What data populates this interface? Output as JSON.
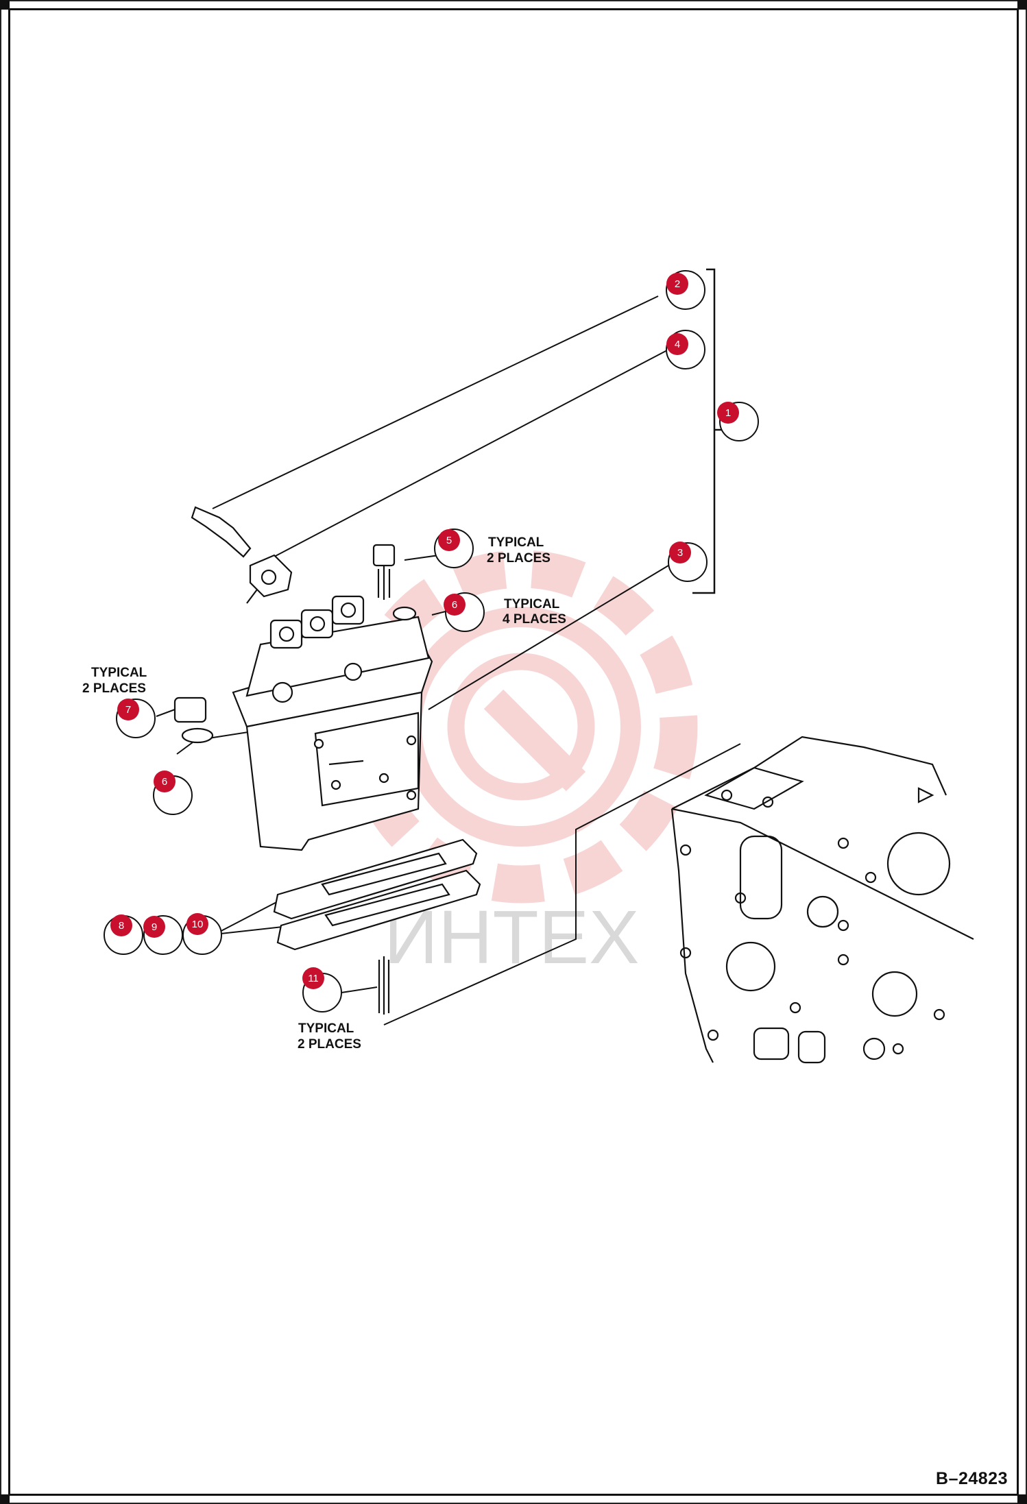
{
  "watermark": {
    "text": "ИНТЕХ",
    "color": "#f2b3b3"
  },
  "callout_color": "#c8102e",
  "callouts": [
    {
      "id": "1"
    },
    {
      "id": "2"
    },
    {
      "id": "3"
    },
    {
      "id": "4"
    },
    {
      "id": "5"
    },
    {
      "id": "6"
    },
    {
      "id": "6"
    },
    {
      "id": "7"
    },
    {
      "id": "8"
    },
    {
      "id": "9"
    },
    {
      "id": "10"
    },
    {
      "id": "11"
    }
  ],
  "notes": {
    "n5_line1": "TYPICAL",
    "n5_line2": "2 PLACES",
    "n6_line1": "TYPICAL",
    "n6_line2": "4 PLACES",
    "n7_line1": "TYPICAL",
    "n7_line2": "2 PLACES",
    "n11_line1": "TYPICAL",
    "n11_line2": "2 PLACES"
  },
  "reference": "B–24823"
}
